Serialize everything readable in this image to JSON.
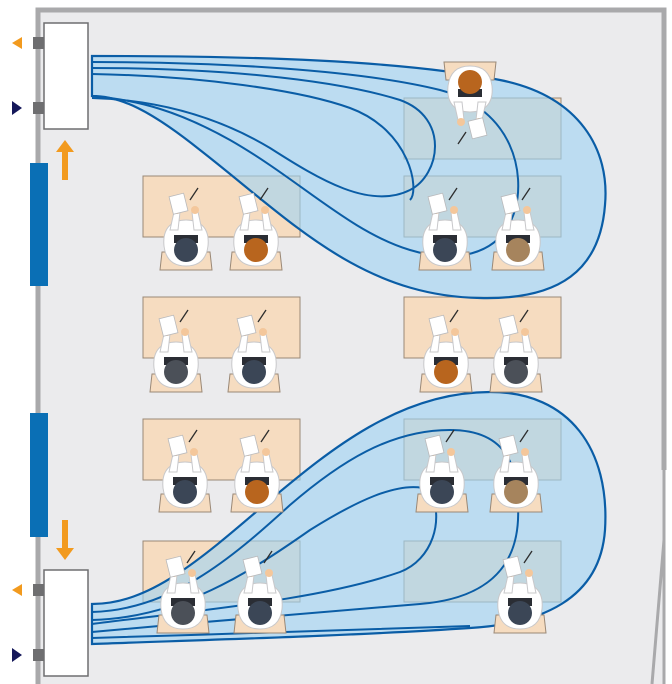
{
  "colors": {
    "floor": "#ebebed",
    "wall": "#a9a9ab",
    "desk_fill": "#f6dcc0",
    "desk_stroke": "#9a8876",
    "airflow_fill": "#9fd3f3",
    "airflow_line": "#0a5da6",
    "window": "#0a6fb5",
    "arrow_orange": "#f29a1e",
    "arrow_navy": "#15185a",
    "unit_fill": "#ffffff",
    "unit_stroke": "#6e6e70",
    "connector": "#6e6e70",
    "shirt": "#ffffff",
    "skin": "#f4c79b",
    "hair_dark": "#3b4656",
    "hair_brown": "#b8651e",
    "hair_tan": "#a6845d",
    "hair_gray": "#4b5058"
  },
  "room": {
    "units": [
      {
        "name": "ceiling-unit-top",
        "flow": "upper"
      },
      {
        "name": "ceiling-unit-bottom",
        "flow": "lower"
      }
    ],
    "airflow_arrows": [
      {
        "name": "airflow-direction-up-arrow",
        "direction": "up"
      },
      {
        "name": "airflow-direction-down-arrow",
        "direction": "down"
      }
    ],
    "desk_rows": 4,
    "desk_columns": 2,
    "people": [
      {
        "name": "teacher",
        "hair": "hair_brown",
        "facing": "down"
      },
      {
        "name": "student-r1-a",
        "hair": "hair_dark"
      },
      {
        "name": "student-r1-b",
        "hair": "hair_brown"
      },
      {
        "name": "student-r1-c",
        "hair": "hair_dark"
      },
      {
        "name": "student-r1-d",
        "hair": "hair_tan"
      },
      {
        "name": "student-r2-a",
        "hair": "hair_gray"
      },
      {
        "name": "student-r2-b",
        "hair": "hair_dark"
      },
      {
        "name": "student-r2-c",
        "hair": "hair_brown"
      },
      {
        "name": "student-r2-d",
        "hair": "hair_gray"
      },
      {
        "name": "student-r3-a",
        "hair": "hair_dark"
      },
      {
        "name": "student-r3-b",
        "hair": "hair_brown"
      },
      {
        "name": "student-r3-c",
        "hair": "hair_dark"
      },
      {
        "name": "student-r3-d",
        "hair": "hair_tan"
      },
      {
        "name": "student-r4-a",
        "hair": "hair_gray"
      },
      {
        "name": "student-r4-b",
        "hair": "hair_dark"
      },
      {
        "name": "student-r4-c",
        "hair": "hair_dark"
      }
    ]
  }
}
